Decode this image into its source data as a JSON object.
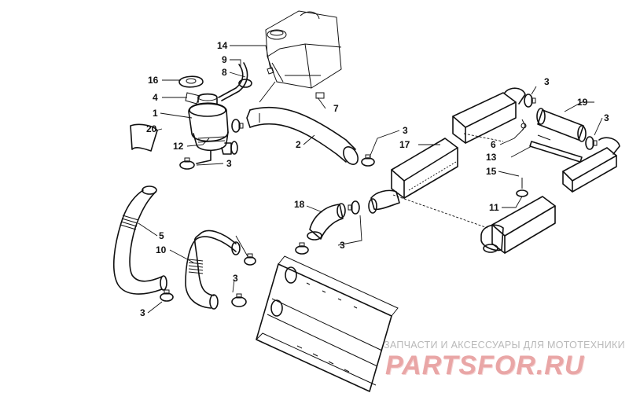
{
  "diagram": {
    "callouts": [
      {
        "id": "c14",
        "text": "14"
      },
      {
        "id": "c9",
        "text": "9"
      },
      {
        "id": "c8",
        "text": "8"
      },
      {
        "id": "c16",
        "text": "16"
      },
      {
        "id": "c4",
        "text": "4"
      },
      {
        "id": "c1",
        "text": "1"
      },
      {
        "id": "c20",
        "text": "20"
      },
      {
        "id": "c12",
        "text": "12"
      },
      {
        "id": "c7",
        "text": "7"
      },
      {
        "id": "c2",
        "text": "2"
      },
      {
        "id": "c3a",
        "text": "3"
      },
      {
        "id": "c3b",
        "text": "3"
      },
      {
        "id": "c17",
        "text": "17"
      },
      {
        "id": "c3c",
        "text": "3"
      },
      {
        "id": "c19",
        "text": "19"
      },
      {
        "id": "c3d",
        "text": "3"
      },
      {
        "id": "c6",
        "text": "6"
      },
      {
        "id": "c13",
        "text": "13"
      },
      {
        "id": "c15",
        "text": "15"
      },
      {
        "id": "c18",
        "text": "18"
      },
      {
        "id": "c11",
        "text": "11"
      },
      {
        "id": "c5",
        "text": "5"
      },
      {
        "id": "c10",
        "text": "10"
      },
      {
        "id": "c3e",
        "text": "3"
      },
      {
        "id": "c3f",
        "text": "3"
      },
      {
        "id": "c3g",
        "text": "3"
      }
    ]
  },
  "watermark": {
    "caption": "ЗАПЧАСТИ И АКСЕССУАРЫ ДЛЯ МОТОТЕХНИКИ",
    "brand": "PARTSFOR.RU"
  }
}
